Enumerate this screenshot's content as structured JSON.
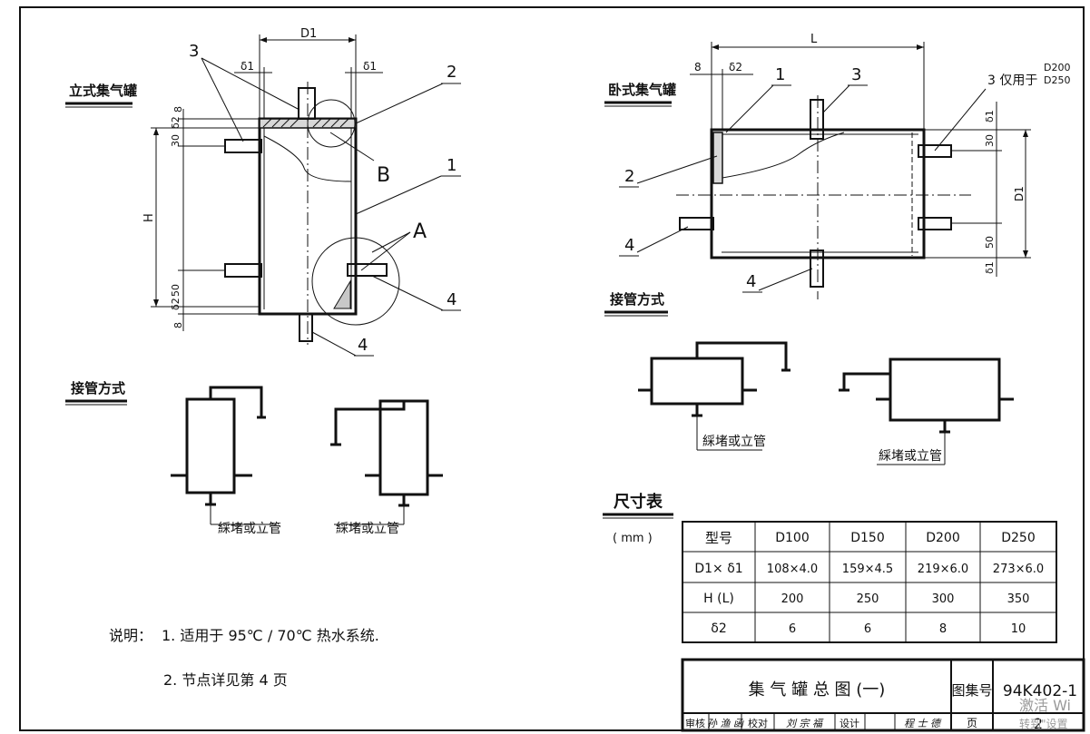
{
  "vertical_tank": {
    "title": "立式集气罐",
    "dim_d1": "D1",
    "dim_delta1_left": "δ1",
    "dim_delta1_right": "δ1",
    "dim_h": "H",
    "dim_8_top": "8",
    "dim_delta2_top": "δ2",
    "dim_30": "30",
    "dim_50": "50",
    "dim_delta2_bottom": "δ2",
    "dim_8_bottom": "8",
    "callout_3": "3",
    "callout_2": "2",
    "callout_1": "1",
    "callout_b": "B",
    "callout_a": "A",
    "callout_4_side": "4",
    "callout_4_bottom": "4"
  },
  "horizontal_tank": {
    "title": "卧式集气罐",
    "dim_l": "L",
    "dim_8": "8",
    "dim_delta2": "δ2",
    "dim_d1": "D1",
    "dim_delta1_top": "δ1",
    "dim_30": "30",
    "dim_50": "50",
    "dim_delta1_bottom": "δ1",
    "callout_1": "1",
    "callout_2": "2",
    "callout_3": "3",
    "callout_3_note": "3 仅用于",
    "callout_3_d200": "D200",
    "callout_3_d250": "D250",
    "callout_4_left": "4",
    "callout_4_bottom": "4"
  },
  "connection_left": {
    "title": "接管方式",
    "label_1": "綵堵或立管",
    "label_2": "綵堵或立管"
  },
  "connection_right": {
    "title": "接管方式",
    "label_1": "綵堵或立管",
    "label_2": "綵堵或立管"
  },
  "notes": {
    "prefix": "说明：",
    "note_1": "1. 适用于 95℃ / 70℃ 热水系统.",
    "note_2": "2. 节点详见第 4 页"
  },
  "dimension_table": {
    "title": "尺寸表",
    "unit": "( mm )",
    "headers": [
      "型号",
      "D100",
      "D150",
      "D200",
      "D250"
    ],
    "rows": [
      [
        "D1× δ1",
        "108×4.0",
        "159×4.5",
        "219×6.0",
        "273×6.0"
      ],
      [
        "H (L)",
        "200",
        "250",
        "300",
        "350"
      ],
      [
        "δ2",
        "6",
        "6",
        "8",
        "10"
      ]
    ]
  },
  "title_block": {
    "drawing_title": "集 气 罐 总 图 (一)",
    "atlas_label": "图集号",
    "atlas_number": "94K402-1",
    "review_label": "审核",
    "review_sig": "孙 渔 函",
    "check_label": "校对",
    "check_sig": "刘 宗 福",
    "design_label": "设计",
    "design_sig": "程 士 德",
    "page_label": "页",
    "page_number": "2"
  },
  "watermark": {
    "line_1": "激活 Wi",
    "line_2": "转到\"设置"
  }
}
